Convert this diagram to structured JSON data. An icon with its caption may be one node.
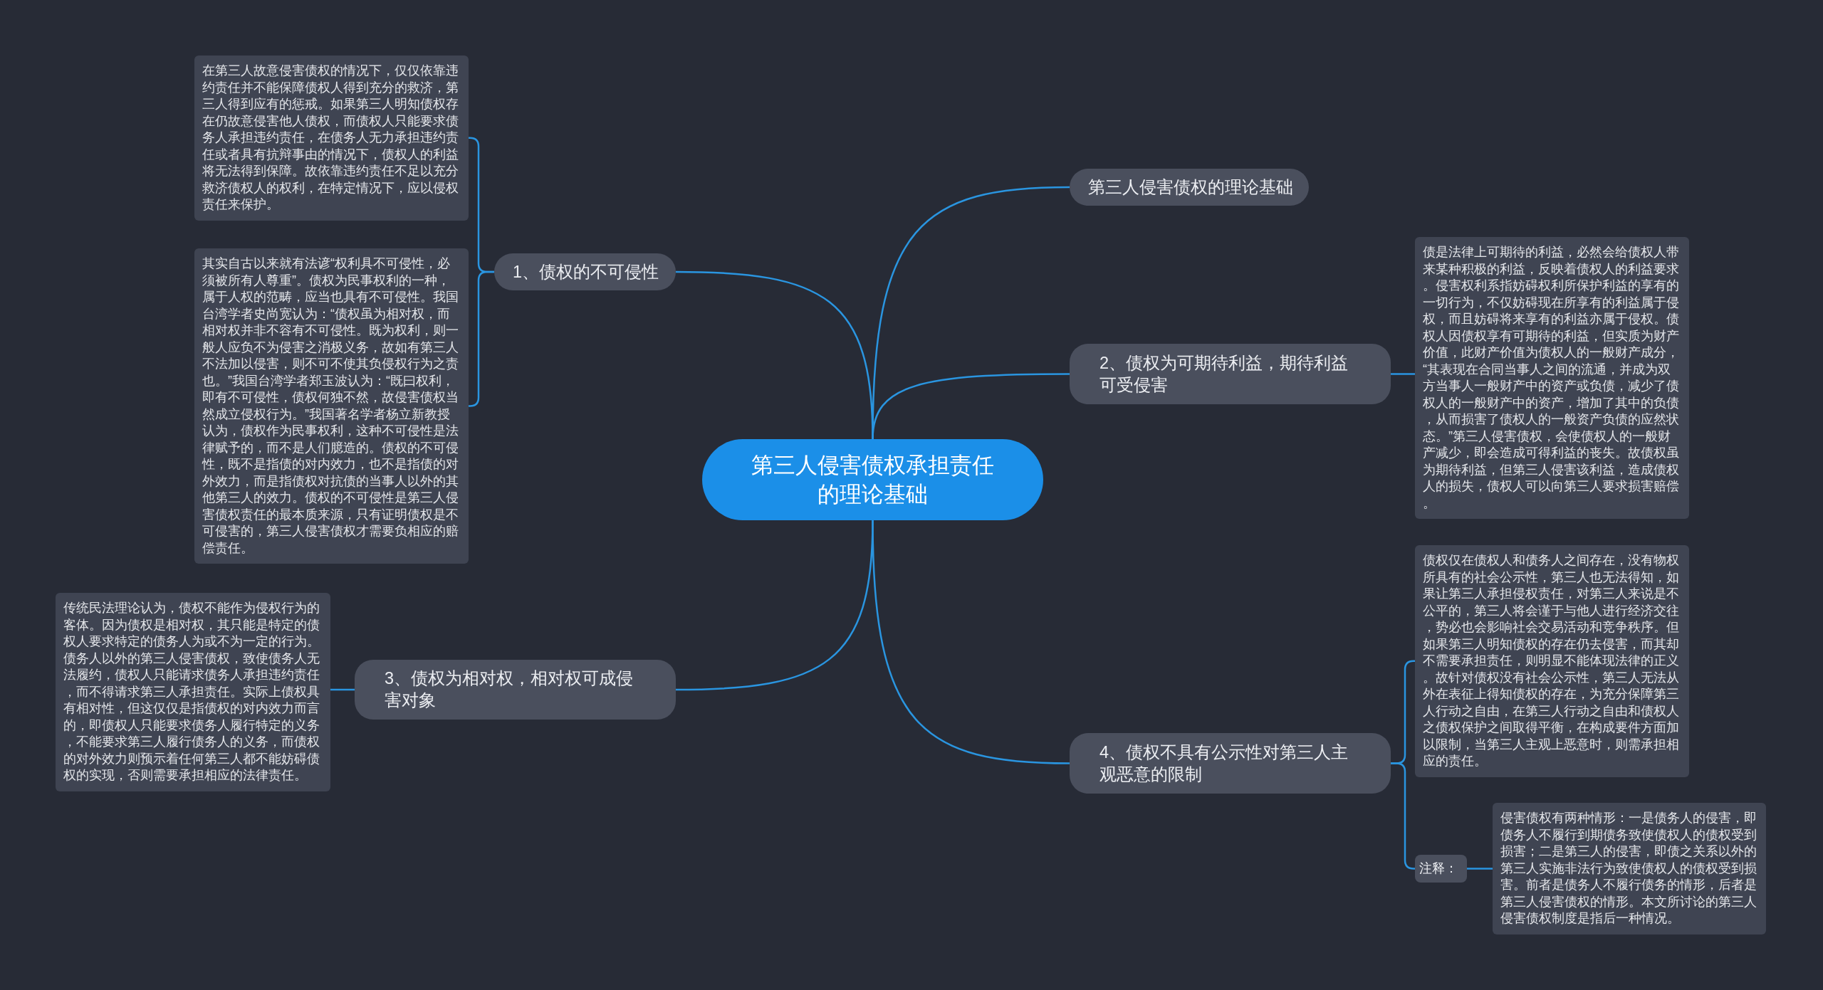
{
  "diagram": {
    "nodes": [
      {
        "text": [
          "第三人侵害债权承担责任的理论基础"
        ]
      },
      {
        "text": [
          "第三人侵害债权的理论基础"
        ]
      },
      {
        "text": [
          "1、债权的不可侵性"
        ]
      },
      {
        "text": [
          "在第三人故意侵害债权的情况下，仅仅依靠违约责任并不能保障债权人得到充分的救济，第三人得到应有的惩戒。如果第三人明知债权存在仍故意侵害他人债权，而债权人只能要求债务人承担违约责任，在债务人无力承担违约责任或者具有抗辩事由的情况下，债权人的利益将无法得到保障。故依靠违约责任不足以充分救济债权人的权利，在特定情况下，应以侵权责任来保护。"
        ]
      },
      {
        "text": [
          "其实自古以来就有法谚“权利具不可侵性，必须被所有人尊重”。债权为民事权利的一种，属于人权的范畴，应当也具有不可侵性。我国台湾学者史尚宽认为：“债权虽为相对权，而相对权并非不容有不可侵性。既为权利，则一般人应负不为侵害之消极义务，故如有第三人不法加以侵害，则不可不使其负侵权行为之责也。”我国台湾学者郑玉波认为：“既曰权利，即有不可侵性，债权何独不然，故侵害债权当然成立侵权行为。”我国著名学者杨立新教授认为，债权作为民事权利，这种不可侵性是法律赋予的，而不是人们臆造的。债权的不可侵性，既不是指债的对内效力，也不是指债的对外效力，而是指债权对抗债的当事人以外的其他第三人的效力。债权的不可侵性是第三人侵害债权责任的最本质来源，只有证明债权是不可侵害的，第三人侵害债权才需要负相应的赔偿责任。"
        ]
      },
      {
        "text": [
          "2、债权为可期待利益，期待利益可受侵害"
        ]
      },
      {
        "text": [
          "债是法律上可期待的利益，必然会给债权人带来某种积极的利益，反映着债权人的利益要求。侵害权利系指妨碍权利所保护利益的享有的一切行为，不仅妨碍现在所享有的利益属于侵权，而且妨碍将来享有的利益亦属于侵权。债权人因债权享有可期待的利益，但实质为财产价值，此财产价值为债权人的一般财产成分，“其表现在合同当事人之间的流通，并成为双方当事人一般财产中的资产或负债，减少了债权人的一般财产中的资产，增加了其中的负债，从而损害了债权人的一般资产负债的应然状态。”第三人侵害债权，会使债权人的一般财产减少，即会造成可得利益的丧失。故债权虽为期待利益，但第三人侵害该利益，造成债权人的损失，债权人可以向第三人要求损害赔偿。"
        ]
      },
      {
        "text": [
          "3、债权为相对权，相对权可成侵害对象"
        ]
      },
      {
        "text": [
          "传统民法理论认为，债权不能作为侵权行为的客体。因为债权是相对权，其只能是特定的债权人要求特定的债务人为或不为一定的行为。债务人以外的第三人侵害债权，致使债务人无法履约，债权人只能请求债务人承担违约责任，而不得请求第三人承担责任。实际上债权具有相对性，但这仅仅是指债权的对内效力而言的，即债权人只能要求债务人履行特定的义务，不能要求第三人履行债务人的义务，而债权的对外效力则预示着任何第三人都不能妨碍债权的实现，否则需要承担相应的法律责任。"
        ]
      },
      {
        "text": [
          "4、债权不具有公示性对第三人主观恶意的限制"
        ]
      },
      {
        "text": [
          "债权仅在债权人和债务人之间存在，没有物权所具有的社会公示性，第三人也无法得知，如果让第三人承担侵权责任，对第三人来说是不公平的，第三人将会谨于与他人进行经济交往，势必也会影响社会交易活动和竞争秩序。但如果第三人明知债权的存在仍去侵害，而其却不需要承担责任，则明显不能体现法律的正义。故针对债权没有社会公示性，第三人无法从外在表征上得知债权的存在，为充分保障第三人行动之自由，在第三人行动之自由和债权人之债权保护之间取得平衡，在构成要件方面加以限制，当第三人主观上恶意时，则需承担相应的责任。"
        ]
      },
      {
        "text": [
          "注释："
        ]
      },
      {
        "text": [
          "侵害债权有两种情形：一是债务人的侵害，即债务人不履行到期债务致使债权人的债权受到损害；二是第三人的侵害，即债之关系以外的第三人实施非法行为致使债权人的债权受到损害。前者是债务人不履行债务的情形，后者是第三人侵害债权的情形。本文所讨论的第三人侵害债权制度是指后一种情况。"
        ]
      }
    ],
    "edges": [
      {
        "from": 0,
        "to": 1,
        "arrow": "none"
      },
      {
        "from": 0,
        "to": 2,
        "arrow": "none"
      },
      {
        "from": 2,
        "to": 3,
        "arrow": "none"
      },
      {
        "from": 2,
        "to": 4,
        "arrow": "none"
      },
      {
        "from": 0,
        "to": 5,
        "arrow": "none"
      },
      {
        "from": 5,
        "to": 6,
        "arrow": "none"
      },
      {
        "from": 0,
        "to": 7,
        "arrow": "none"
      },
      {
        "from": 7,
        "to": 8,
        "arrow": "none"
      },
      {
        "from": 0,
        "to": 9,
        "arrow": "none"
      },
      {
        "from": 9,
        "to": 10,
        "arrow": "none"
      },
      {
        "from": 9,
        "to": 11,
        "arrow": "none"
      },
      {
        "from": 11,
        "to": 12,
        "arrow": "none"
      }
    ]
  }
}
